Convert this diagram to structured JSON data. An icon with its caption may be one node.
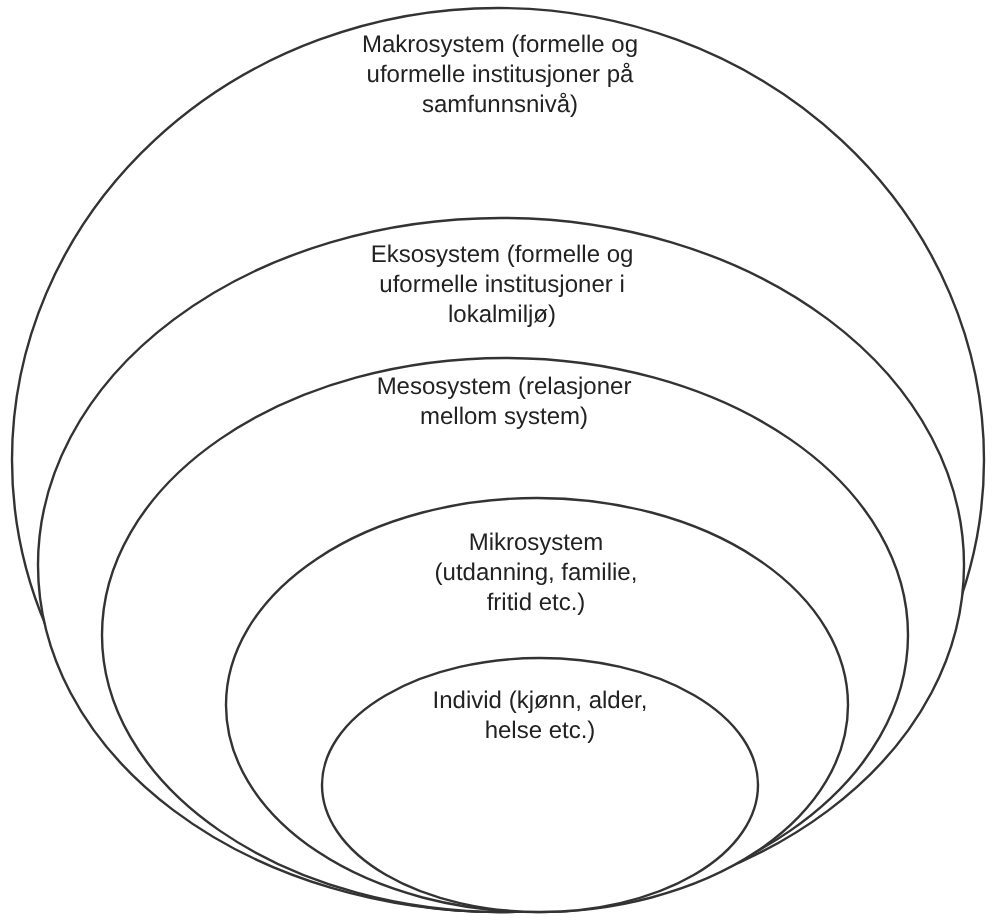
{
  "diagram": {
    "nodes": [
      {
        "text": [
          "Makrosystem (formelle og uformelle institusjoner på samfunnsnivå)"
        ]
      },
      {
        "text": [
          "Eksosystem (formelle og uformelle institusjoner i lokalmiljø)"
        ],
        "in": 0
      },
      {
        "text": [
          "Mesosystem (relasjoner mellom system)"
        ],
        "in": 1
      },
      {
        "text": [
          "Mikrosystem (utdanning, familie, fritid etc.)"
        ],
        "in": 2
      },
      {
        "text": [
          "Individ (kjønn, alder, helse etc.)"
        ],
        "in": 3
      }
    ]
  }
}
